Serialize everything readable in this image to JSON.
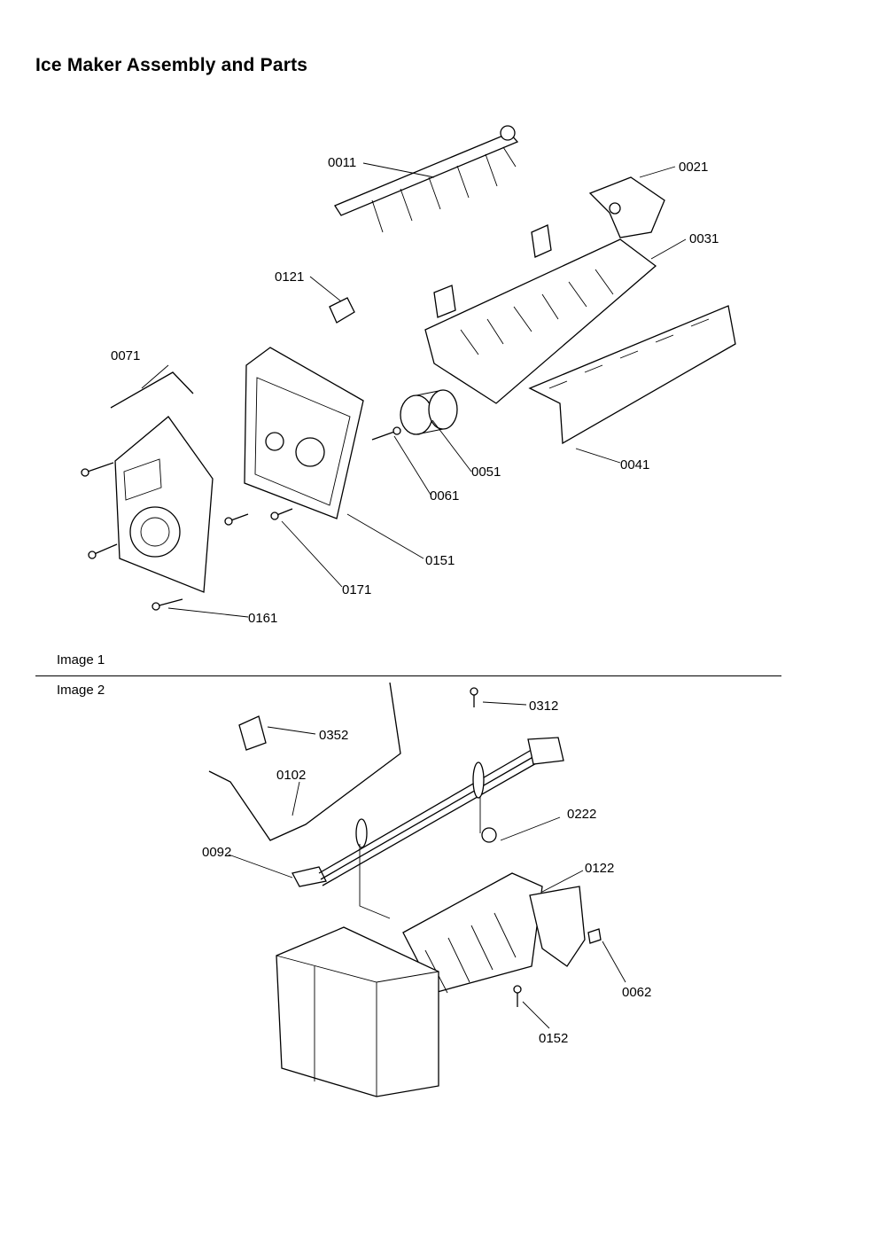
{
  "title": "Ice Maker Assembly and Parts",
  "sections": [
    {
      "caption": "Image 1"
    },
    {
      "caption": "Image 2"
    }
  ],
  "callouts_image1": [
    "0011",
    "0021",
    "0031",
    "0041",
    "0051",
    "0061",
    "0071",
    "0121",
    "0151",
    "0161",
    "0171"
  ],
  "callouts_image2": [
    "0312",
    "0352",
    "0102",
    "0092",
    "0222",
    "0122",
    "0062",
    "0152"
  ]
}
